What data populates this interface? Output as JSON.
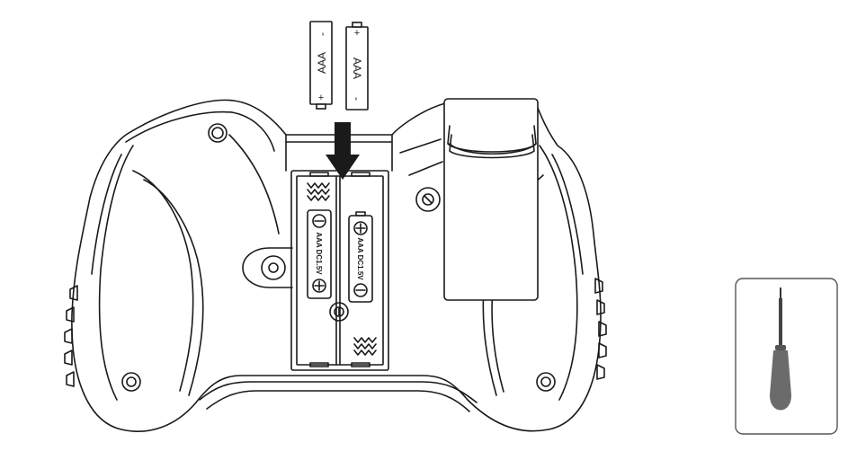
{
  "batteries": [
    {
      "type_label": "AAA",
      "plus": "+",
      "minus": "-"
    },
    {
      "type_label": "AAA",
      "plus": "+",
      "minus": "-"
    }
  ],
  "compartment": {
    "slot_labels": [
      "AAA DC1.5V",
      "AAA DC1.5V"
    ],
    "plus_symbol": "+",
    "minus_symbol": "−"
  },
  "tool": {
    "icon": "screwdriver-icon"
  },
  "insert_arrow": {
    "icon": "arrow-down-icon"
  },
  "colors": {
    "line": "#1a1a1a",
    "screwdriver_handle": "#6b6b6b",
    "background": "#ffffff"
  }
}
